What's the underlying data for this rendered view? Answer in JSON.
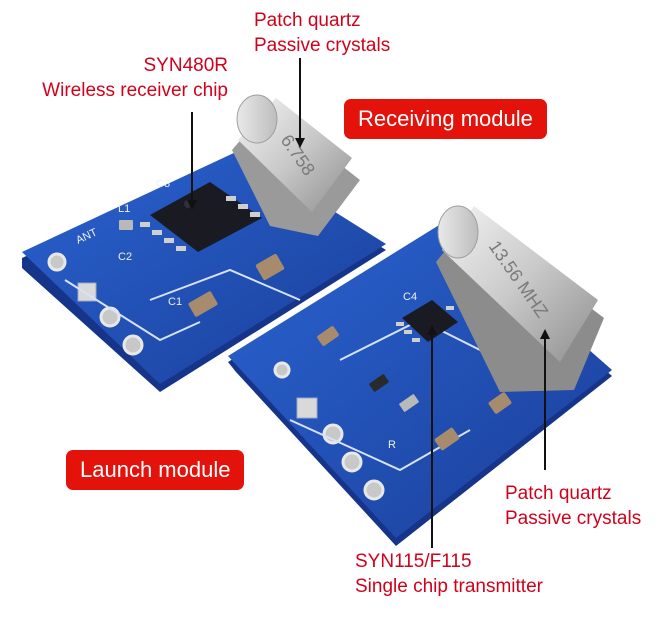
{
  "labels": {
    "top_crystal_line1": "Patch quartz",
    "top_crystal_line2": "Passive crystals",
    "receiver_chip_line1": "SYN480R",
    "receiver_chip_line2": "Wireless receiver chip",
    "bottom_crystal_line1": "Patch quartz",
    "bottom_crystal_line2": "Passive crystals",
    "transmitter_chip_line1": "SYN115/F115",
    "transmitter_chip_line2": "Single chip transmitter"
  },
  "badges": {
    "receiving": "Receiving module",
    "launch": "Launch module"
  },
  "silkscreen": {
    "ant": "ANT",
    "c1": "C1",
    "c2": "C2",
    "c3": "C3",
    "l1": "L1",
    "c4": "C4",
    "r": "R",
    "crystal_top": "6.758",
    "crystal_bottom": "13.56 MHZ"
  },
  "colors": {
    "accent_red": "#e3120b",
    "label_red": "#d0021b",
    "pcb_blue": "#1f4fb3"
  }
}
